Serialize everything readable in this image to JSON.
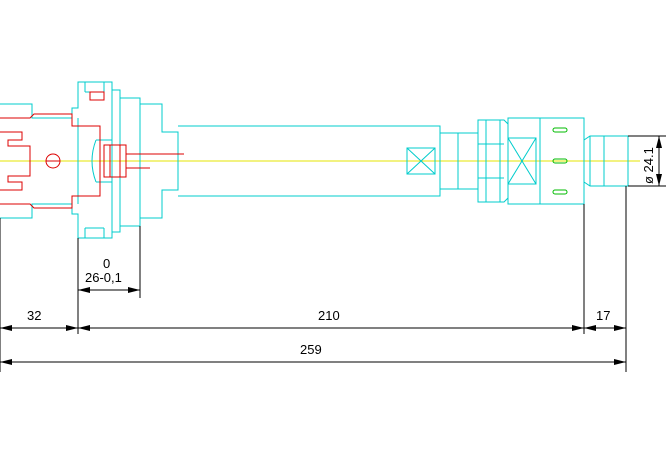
{
  "colors": {
    "outline": "#00cccc",
    "detail": "#dd0000",
    "centerline": "#e6e600",
    "marker": "#00bb00",
    "dimension": "#000000"
  },
  "dimensions": {
    "fit_upper": "0",
    "fit_lower": "26-0,1",
    "left_length": "32",
    "middle_length": "210",
    "right_length": "17",
    "total_length": "259",
    "diameter": "ø 24.1"
  }
}
